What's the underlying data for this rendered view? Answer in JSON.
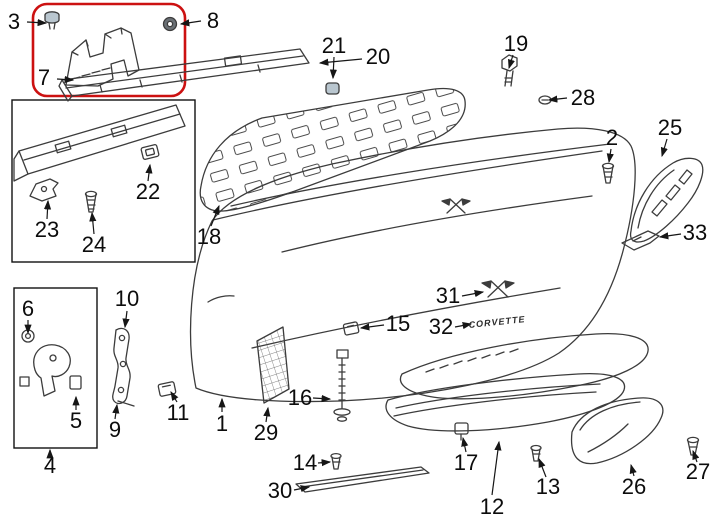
{
  "diagram": {
    "description": "Exploded parts diagram of a Corvette front bumper assembly",
    "background": "#ffffff"
  },
  "colors": {
    "highlight": "#cc1111",
    "line": "#3c3c3c",
    "box": "#111111",
    "fastener_fill": "#b9c6cf"
  },
  "emblem": {
    "script": "CORVETTE"
  },
  "callouts": [
    {
      "n": "1"
    },
    {
      "n": "2"
    },
    {
      "n": "3"
    },
    {
      "n": "4"
    },
    {
      "n": "5"
    },
    {
      "n": "6"
    },
    {
      "n": "7"
    },
    {
      "n": "8"
    },
    {
      "n": "9"
    },
    {
      "n": "10"
    },
    {
      "n": "11"
    },
    {
      "n": "12"
    },
    {
      "n": "13"
    },
    {
      "n": "14"
    },
    {
      "n": "15"
    },
    {
      "n": "16"
    },
    {
      "n": "17"
    },
    {
      "n": "18"
    },
    {
      "n": "19"
    },
    {
      "n": "20"
    },
    {
      "n": "21"
    },
    {
      "n": "22"
    },
    {
      "n": "23"
    },
    {
      "n": "24"
    },
    {
      "n": "25"
    },
    {
      "n": "26"
    },
    {
      "n": "27"
    },
    {
      "n": "28"
    },
    {
      "n": "29"
    },
    {
      "n": "30"
    },
    {
      "n": "31"
    },
    {
      "n": "32"
    },
    {
      "n": "33"
    }
  ]
}
